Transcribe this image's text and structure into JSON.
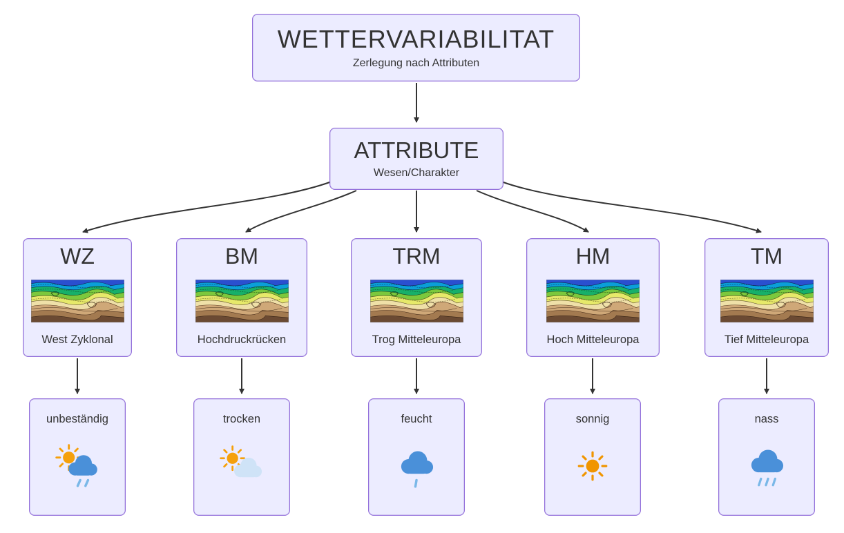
{
  "diagram": {
    "root": {
      "title": "WETTERVARIABILITAT",
      "subtitle": "Zerlegung nach Attributen"
    },
    "attribute": {
      "title": "ATTRIBUTE",
      "subtitle": "Wesen/Charakter"
    },
    "types": [
      {
        "code": "WZ",
        "label": "West Zyklonal",
        "map_icon": "contour-weather-map",
        "result": "unbeständig",
        "result_icon": "sun-cloud-rain-icon"
      },
      {
        "code": "BM",
        "label": "Hochdruckrücken",
        "map_icon": "contour-weather-map",
        "result": "trocken",
        "result_icon": "sun-cloud-icon"
      },
      {
        "code": "TRM",
        "label": "Trog Mitteleuropa",
        "map_icon": "contour-weather-map",
        "result": "feucht",
        "result_icon": "rain-cloud-icon"
      },
      {
        "code": "HM",
        "label": "Hoch Mitteleuropa",
        "map_icon": "contour-weather-map",
        "result": "sonnig",
        "result_icon": "sun-icon"
      },
      {
        "code": "TM",
        "label": "Tief Mitteleuropa",
        "map_icon": "contour-weather-map",
        "result": "nass",
        "result_icon": "heavy-rain-cloud-icon"
      }
    ],
    "colors": {
      "node_fill": "#ececff",
      "node_border": "#9370db",
      "arrow": "#333333",
      "sun": "#f5a00b",
      "cloud_blue": "#4a90d9",
      "cloud_light": "#cfe3f7",
      "rain": "#7ab8e8"
    }
  }
}
